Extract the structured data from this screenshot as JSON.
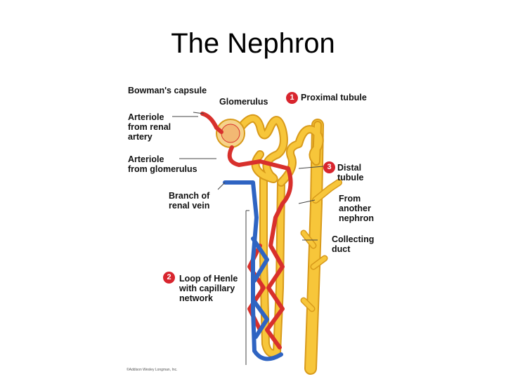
{
  "title": "The Nephron",
  "diagram": {
    "labels": {
      "bowmans_capsule": "Bowman's capsule",
      "glomerulus": "Glomerulus",
      "arteriole_renal": "Arteriole\nfrom renal\nartery",
      "arteriole_glomerulus": "Arteriole\nfrom glomerulus",
      "branch_renal_vein": "Branch of\nrenal vein",
      "loop_henle": "Loop of Henle\nwith capillary\nnetwork",
      "proximal_tubule": "Proximal tubule",
      "distal_tubule": "Distal\ntubule",
      "from_another_nephron": "From\nanother\nnephron",
      "collecting_duct": "Collecting\nduct"
    },
    "badges": {
      "proximal": "1",
      "loop": "2",
      "distal": "3"
    },
    "credit": "©Addison Wesley Longman, Inc.",
    "colors": {
      "tubule": "#f7c63a",
      "tubule_edge": "#d89a1a",
      "artery": "#d8302c",
      "vein": "#2f64c2",
      "badge": "#d8252e"
    }
  }
}
